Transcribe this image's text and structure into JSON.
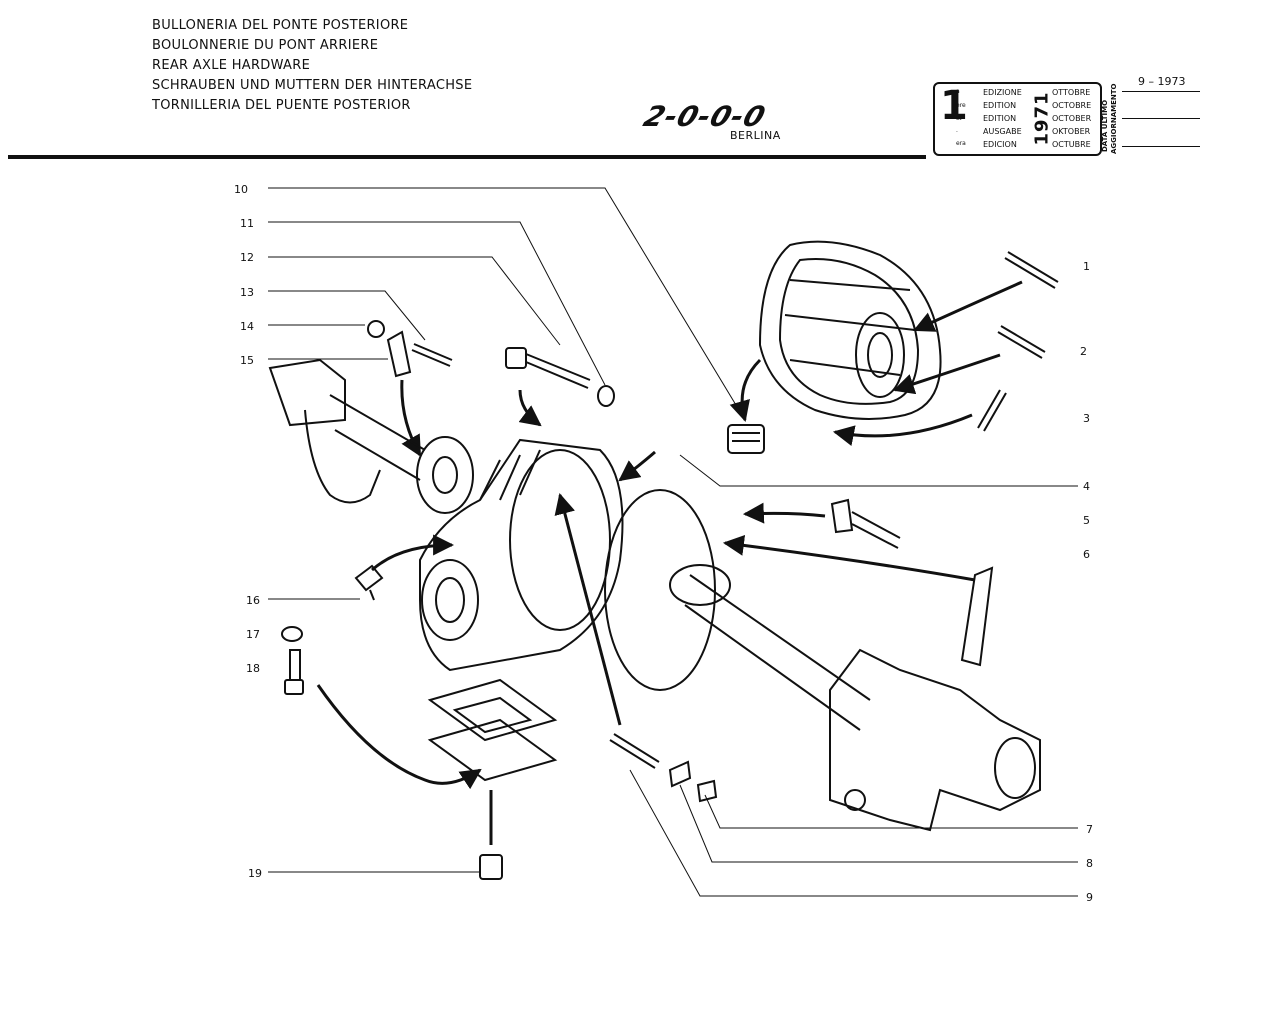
{
  "header": {
    "titles": [
      "BULLONERIA DEL PONTE POSTERIORE",
      "BOULONNERIE DU PONT ARRIERE",
      "REAR AXLE HARDWARE",
      "SCHRAUBEN UND MUTTERN DER HINTERACHSE",
      "TORNILLERIA DEL  PUENTE POSTERIOR"
    ],
    "logo": "2-0-0-0",
    "logo_sub": "BERLINA"
  },
  "edition": {
    "number": "1",
    "superscripts": [
      "a",
      "ere",
      "st",
      ".",
      "era"
    ],
    "words": [
      "EDIZIONE",
      "EDITION",
      "EDITION",
      "AUSGABE",
      "EDICION"
    ],
    "year": "1971",
    "months": [
      "OTTOBRE",
      "OCTOBRE",
      "OCTOBER",
      "OKTOBER",
      "OCTUBRE"
    ],
    "update_label_1": "DATA ULTIMO",
    "update_label_2": "AGGIORNAMENTO",
    "update_date": "9 – 1973"
  },
  "callouts": {
    "left": [
      "10",
      "11",
      "12",
      "13",
      "14",
      "15",
      "16",
      "17",
      "18",
      "19"
    ],
    "right": [
      "1",
      "2",
      "3",
      "4",
      "5",
      "6",
      "7",
      "8",
      "9"
    ]
  },
  "colors": {
    "ink": "#111111",
    "paper": "#ffffff"
  }
}
